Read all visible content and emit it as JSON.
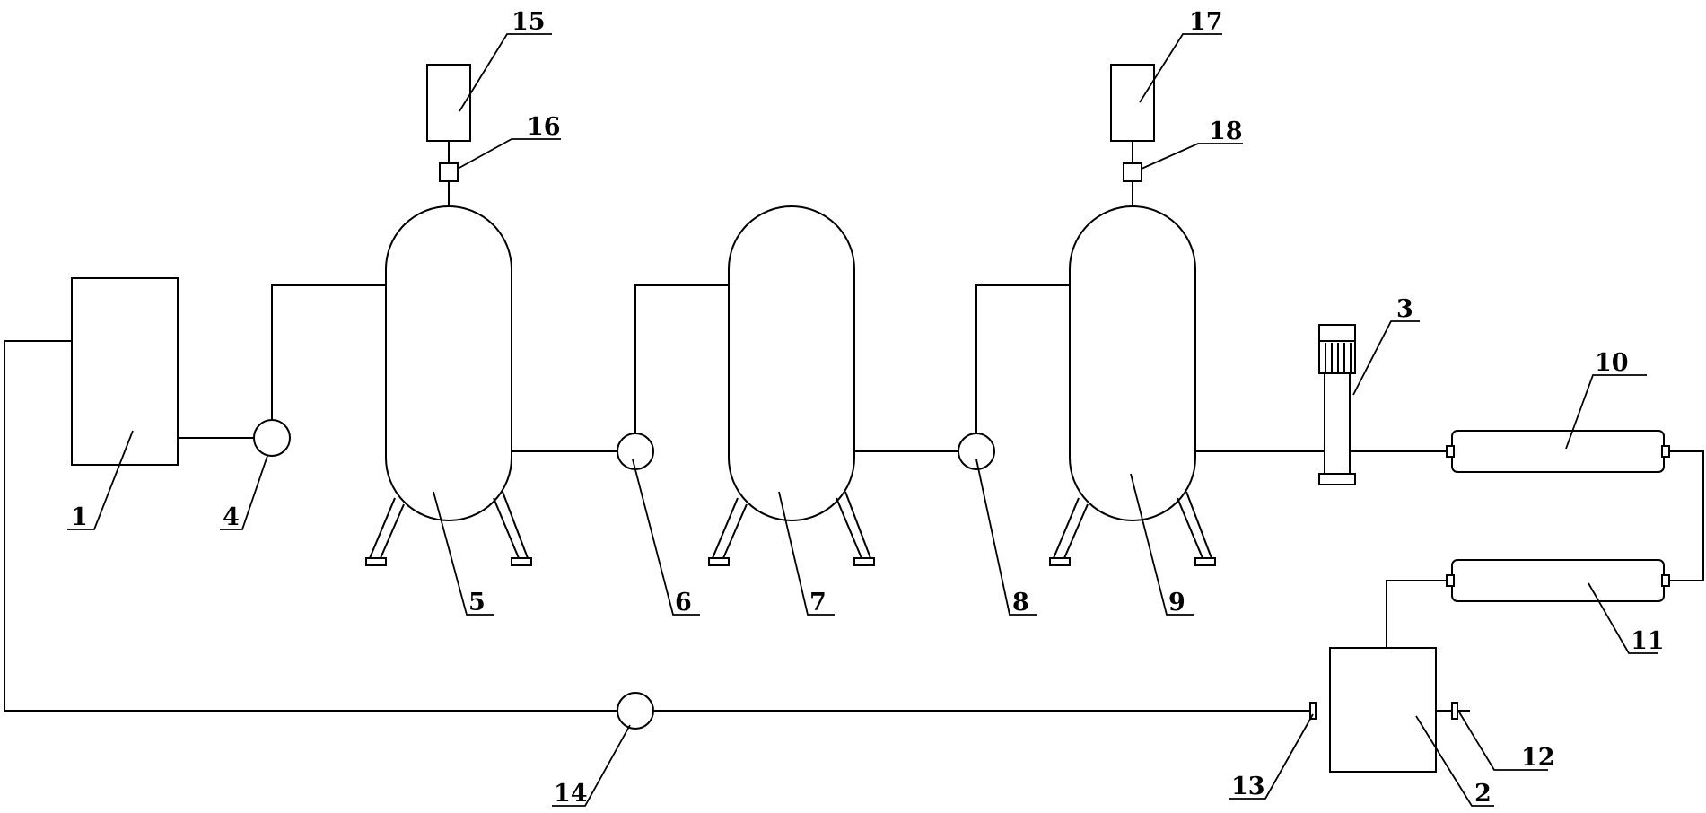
{
  "diagram": {
    "colors": {
      "stroke": "#000000",
      "background": "#ffffff"
    },
    "labels": {
      "l1": "1",
      "l2": "2",
      "l3": "3",
      "l4": "4",
      "l5": "5",
      "l6": "6",
      "l7": "7",
      "l8": "8",
      "l9": "9",
      "l10": "10",
      "l11": "11",
      "l12": "12",
      "l13": "13",
      "l14": "14",
      "l15": "15",
      "l16": "16",
      "l17": "17",
      "l18": "18"
    }
  }
}
